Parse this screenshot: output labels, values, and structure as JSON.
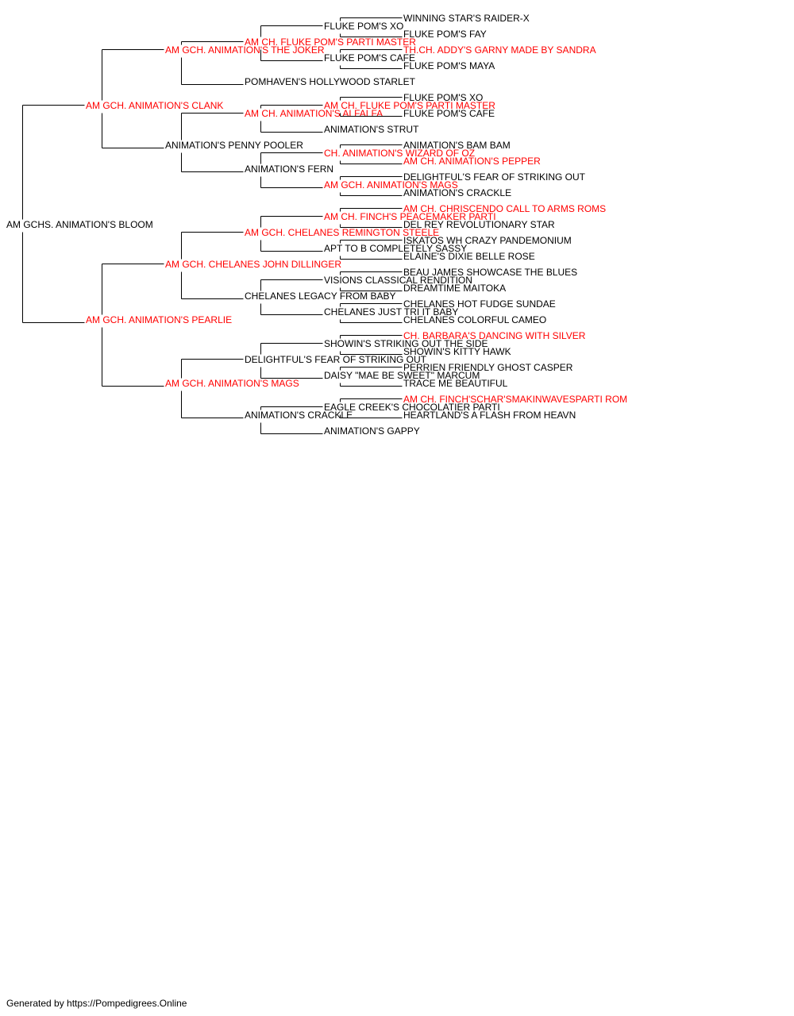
{
  "colors": {
    "titled": "#ff0000",
    "untitled": "#000000"
  },
  "pedigree": {
    "name": "AM GCHS. ANIMATION'S BLOOM",
    "titled": false,
    "sire": {
      "name": "AM GCH. ANIMATION'S CLANK",
      "titled": true,
      "sire": {
        "name": "AM GCH. ANIMATION'S THE JOKER",
        "titled": true,
        "sire": {
          "name": "AM CH. FLUKE POM'S PARTI MASTER",
          "titled": true,
          "sire": {
            "name": "FLUKE POM'S XO",
            "titled": false,
            "sire": {
              "name": "WINNING STAR'S RAIDER-X",
              "titled": false
            },
            "dam": {
              "name": "FLUKE POM'S FAY",
              "titled": false
            }
          },
          "dam": {
            "name": "FLUKE POM'S CAFE",
            "titled": false,
            "sire": {
              "name": "TH.CH. ADDY'S GARNY MADE BY SANDRA",
              "titled": true
            },
            "dam": {
              "name": "FLUKE POM'S MAYA",
              "titled": false
            }
          }
        },
        "dam": {
          "name": "POMHAVEN'S HOLLYWOOD STARLET",
          "titled": false
        }
      },
      "dam": {
        "name": "ANIMATION'S PENNY POOLER",
        "titled": false,
        "sire": {
          "name": "AM CH. ANIMATION'S ALFALFA",
          "titled": true,
          "sire": {
            "name": "AM CH. FLUKE POM'S PARTI MASTER",
            "titled": true,
            "sire": {
              "name": "FLUKE POM'S XO",
              "titled": false
            },
            "dam": {
              "name": "FLUKE POM'S CAFE",
              "titled": false
            }
          },
          "dam": {
            "name": "ANIMATION'S STRUT",
            "titled": false
          }
        },
        "dam": {
          "name": "ANIMATION'S FERN",
          "titled": false,
          "sire": {
            "name": "CH. ANIMATION'S WIZARD OF OZ",
            "titled": true,
            "sire": {
              "name": "ANIMATION'S BAM BAM",
              "titled": false
            },
            "dam": {
              "name": "AM CH. ANIMATION'S PEPPER",
              "titled": true
            }
          },
          "dam": {
            "name": "AM GCH. ANIMATION'S MAGS",
            "titled": true,
            "sire": {
              "name": "DELIGHTFUL'S FEAR OF STRIKING OUT",
              "titled": false
            },
            "dam": {
              "name": "ANIMATION'S CRACKLE",
              "titled": false
            }
          }
        }
      }
    },
    "dam": {
      "name": "AM GCH. ANIMATION'S PEARLIE",
      "titled": true,
      "sire": {
        "name": "AM GCH. CHELANES JOHN DILLINGER",
        "titled": true,
        "sire": {
          "name": "AM GCH. CHELANES REMINGTON STEELE",
          "titled": true,
          "sire": {
            "name": "AM CH. FINCH'S PEACEMAKER PARTI",
            "titled": true,
            "sire": {
              "name": "AM CH. CHRISCENDO CALL TO ARMS ROMS",
              "titled": true
            },
            "dam": {
              "name": "DEL REY REVOLUTIONARY STAR",
              "titled": false
            }
          },
          "dam": {
            "name": "APT TO B COMPLETELY SASSY",
            "titled": false,
            "sire": {
              "name": "ISKATOS WH CRAZY PANDEMONIUM",
              "titled": false
            },
            "dam": {
              "name": "ELAINE'S DIXIE BELLE ROSE",
              "titled": false
            }
          }
        },
        "dam": {
          "name": "CHELANES LEGACY FROM BABY",
          "titled": false,
          "sire": {
            "name": "VISIONS CLASSICAL RENDITION",
            "titled": false,
            "sire": {
              "name": "BEAU JAMES SHOWCASE THE BLUES",
              "titled": false
            },
            "dam": {
              "name": "DREAMTIME MAITOKA",
              "titled": false
            }
          },
          "dam": {
            "name": "CHELANES JUST TRI IT BABY",
            "titled": false,
            "sire": {
              "name": "CHELANES HOT FUDGE SUNDAE",
              "titled": false
            },
            "dam": {
              "name": "CHELANES COLORFUL CAMEO",
              "titled": false
            }
          }
        }
      },
      "dam": {
        "name": "AM GCH. ANIMATION'S MAGS",
        "titled": true,
        "sire": {
          "name": "DELIGHTFUL'S FEAR OF STRIKING OUT",
          "titled": false,
          "sire": {
            "name": "SHOWIN'S STRIKING OUT THE SIDE",
            "titled": false,
            "sire": {
              "name": "CH. BARBARA'S DANCING WITH SILVER",
              "titled": true
            },
            "dam": {
              "name": "SHOWIN'S KITTY HAWK",
              "titled": false
            }
          },
          "dam": {
            "name": "DAISY \"MAE BE SWEET\" MARCUM",
            "titled": false,
            "sire": {
              "name": "PERRIEN FRIENDLY GHOST CASPER",
              "titled": false
            },
            "dam": {
              "name": "TRACE ME BEAUTIFUL",
              "titled": false
            }
          }
        },
        "dam": {
          "name": "ANIMATION'S CRACKLE",
          "titled": false,
          "sire": {
            "name": "EAGLE CREEK'S CHOCOLATIER PARTI",
            "titled": false,
            "sire": {
              "name": "AM CH. FINCH'SCHAR'SMAKINWAVESPARTI ROM",
              "titled": true
            },
            "dam": {
              "name": "HEARTLAND'S A FLASH FROM HEAVN",
              "titled": false
            }
          },
          "dam": {
            "name": "ANIMATION'S GAPPY",
            "titled": false
          }
        }
      }
    }
  },
  "footer": "Generated by https://Pompedigrees.Online"
}
